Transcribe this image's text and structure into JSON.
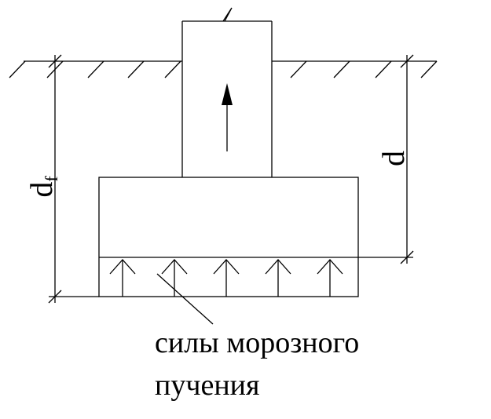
{
  "labels": {
    "df_main": "d",
    "df_sub": "f",
    "d": "d",
    "caption_line1": "силы морозного",
    "caption_line2": "пучения"
  },
  "colors": {
    "stroke": "#000000",
    "background": "#ffffff"
  },
  "icons": {
    "load_arrow": "arrow-up-icon",
    "heave_arrows": "arrow-up-icon"
  }
}
